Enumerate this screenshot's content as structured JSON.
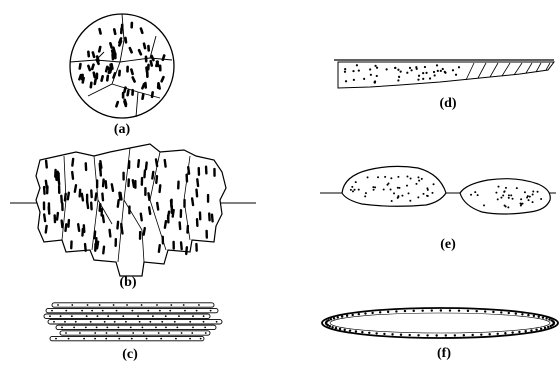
{
  "panels": [
    {
      "id": "a",
      "label": "(a)"
    },
    {
      "id": "b",
      "label": "(b)"
    },
    {
      "id": "c",
      "label": "(c)"
    },
    {
      "id": "d",
      "label": "(d)"
    },
    {
      "id": "e",
      "label": "(e)"
    },
    {
      "id": "f",
      "label": "(f)"
    }
  ],
  "colors": {
    "ink": "#000000",
    "background": "#ffffff"
  }
}
